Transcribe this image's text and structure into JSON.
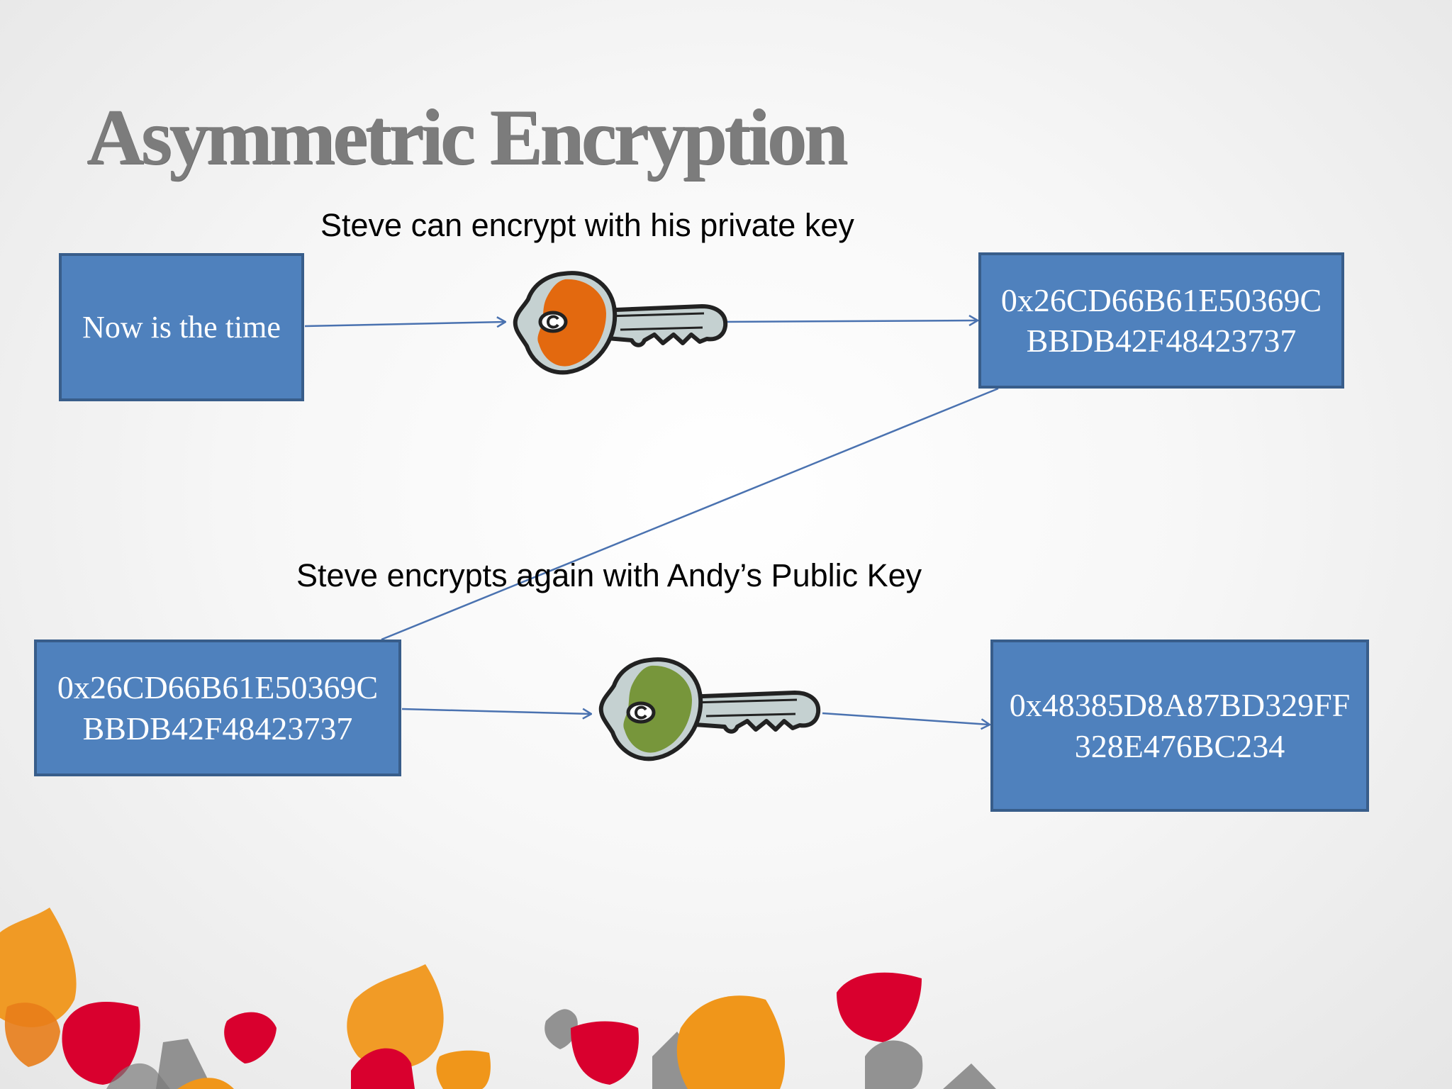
{
  "title": "Asymmetric Encryption",
  "captions": {
    "private_key_step": "Steve can encrypt with his private key",
    "public_key_step": "Steve encrypts again with Andy’s Public Key"
  },
  "boxes": {
    "plaintext": {
      "line1": "Now is the time"
    },
    "ciphertext_1": {
      "line1": "0x26CD66B61E50369C",
      "line2": "BBDB42F48423737"
    },
    "ciphertext_1_copy": {
      "line1": "0x26CD66B61E50369C",
      "line2": "BBDB42F48423737"
    },
    "ciphertext_2": {
      "line1": "0x48385D8A87BD329FF",
      "line2": "328E476BC234"
    }
  },
  "icons": {
    "private_key": "key-icon",
    "public_key": "key-icon"
  },
  "colors": {
    "box_fill": "#4f81bd",
    "box_border": "#385d8a",
    "arrow": "#4a72b0",
    "private_key_head": "#e3690f",
    "public_key_head": "#77963b",
    "key_shaft": "#c5d1d1",
    "decor_orange": "#f0961a",
    "decor_red": "#d9002e",
    "decor_gray": "#7a7a7a"
  }
}
